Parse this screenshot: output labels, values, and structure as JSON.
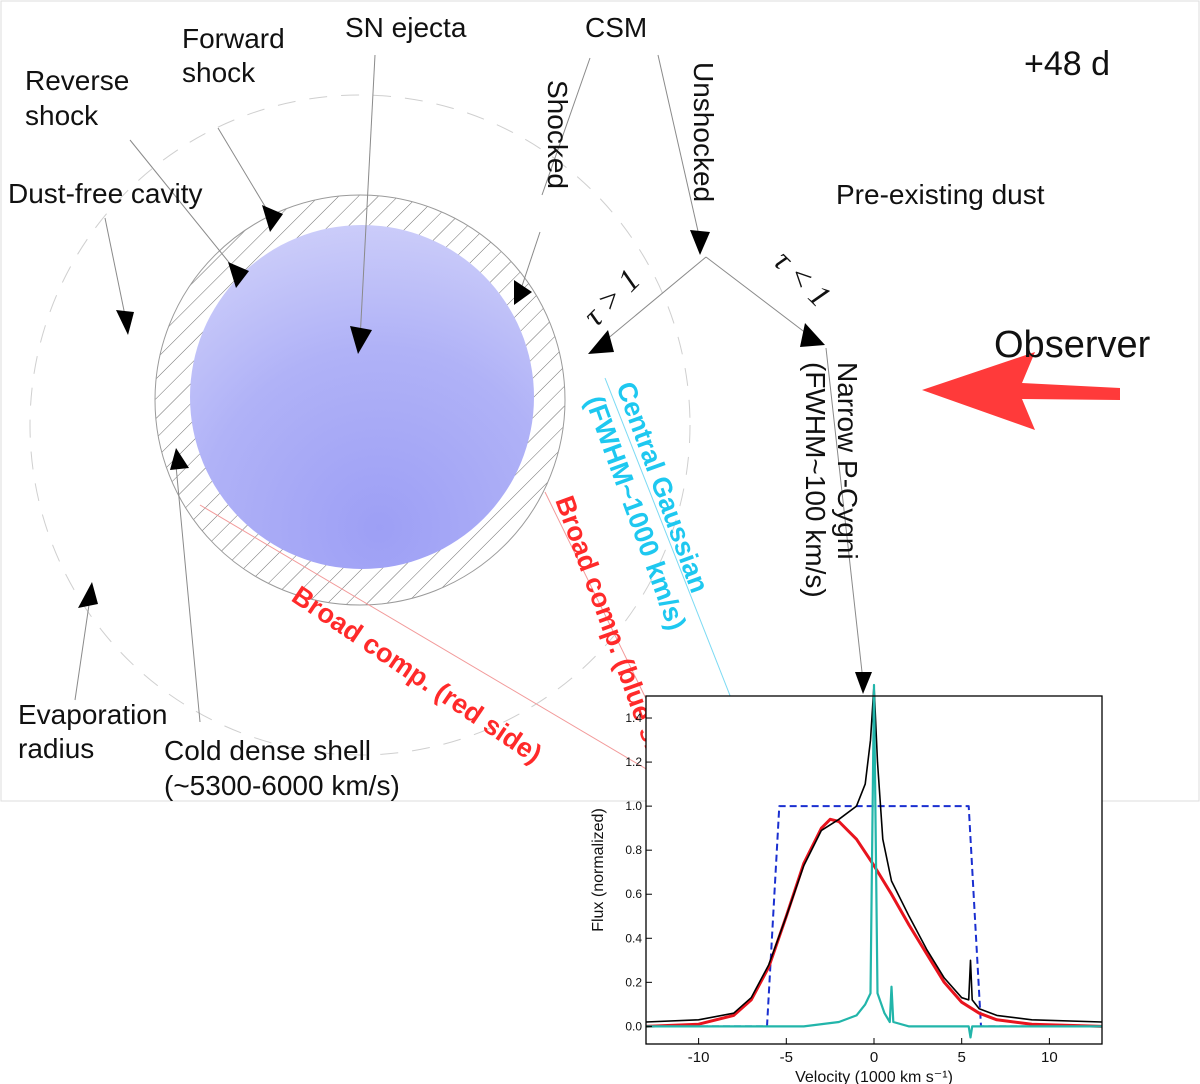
{
  "epoch": "+48 d",
  "labels": {
    "sn_ejecta": "SN ejecta",
    "csm": "CSM",
    "forward_shock_1": "Forward",
    "forward_shock_2": "shock",
    "reverse_shock_1": "Reverse",
    "reverse_shock_2": "shock",
    "dust_free_cavity": "Dust-free cavity",
    "pre_existing_dust": "Pre-existing dust",
    "shocked": "Shocked",
    "unshocked": "Unshocked",
    "tau_thick": "τ > 1",
    "tau_thin": "τ < 1",
    "observer": "Observer",
    "narrow_1": "Narrow P-Cygni",
    "narrow_2": "(FWHM~100 km/s)",
    "central_1": "Central Gaussian",
    "central_2": "(FWHM~1000 km/s)",
    "broad_blue": "Broad comp. (blue side)",
    "broad_red": "Broad comp. (red side)",
    "evap_1": "Evaporation",
    "evap_2": "radius",
    "cds_1": "Cold dense shell",
    "cds_2": "(~5300-6000 km/s)"
  },
  "colors": {
    "broad": "#ff2a2a",
    "central": "#1ec8f0",
    "observer_arrow": "#ff3a3a",
    "ejecta": "#a6a8f5",
    "fit_total": "#e8141e",
    "box_model": "#1a2fd0",
    "residual": "#22b5aa",
    "observed": "#000000"
  },
  "chart_data": {
    "type": "line",
    "xlabel": "Velocity (1000 km s⁻¹)",
    "ylabel": "Flux (normalized)",
    "xlim": [
      -13,
      13
    ],
    "ylim": [
      -0.08,
      1.5
    ],
    "xticks": [
      -10,
      -5,
      0,
      5,
      10
    ],
    "yticks": [
      0.0,
      0.2,
      0.4,
      0.6,
      0.8,
      1.0,
      1.2,
      1.4
    ],
    "tick_labels_x": [
      "-10",
      "-5",
      "0",
      "5",
      "10"
    ],
    "tick_labels_y": [
      "0.0",
      "0.2",
      "0.4",
      "0.6",
      "0.8",
      "1.0",
      "1.2",
      "1.4"
    ],
    "series": [
      {
        "style": "box-dashed",
        "color": "#1a2fd0",
        "points": [
          [
            -13,
            0.0
          ],
          [
            -6.1,
            0.0
          ],
          [
            -5.4,
            1.0
          ],
          [
            5.4,
            1.0
          ],
          [
            6.1,
            0.0
          ],
          [
            13,
            0.0
          ]
        ]
      },
      {
        "style": "broad-fit",
        "color": "#e8141e",
        "points": [
          [
            -13,
            0.0
          ],
          [
            -10,
            0.01
          ],
          [
            -8,
            0.05
          ],
          [
            -7,
            0.12
          ],
          [
            -6,
            0.27
          ],
          [
            -5,
            0.5
          ],
          [
            -4,
            0.74
          ],
          [
            -3,
            0.9
          ],
          [
            -2.5,
            0.94
          ],
          [
            -2,
            0.93
          ],
          [
            -1,
            0.85
          ],
          [
            0,
            0.73
          ],
          [
            1,
            0.6
          ],
          [
            2,
            0.46
          ],
          [
            3,
            0.33
          ],
          [
            4,
            0.2
          ],
          [
            5,
            0.11
          ],
          [
            6,
            0.06
          ],
          [
            7,
            0.03
          ],
          [
            9,
            0.01
          ],
          [
            13,
            0.0
          ]
        ]
      },
      {
        "style": "observed",
        "color": "#000000",
        "points": [
          [
            -13,
            0.02
          ],
          [
            -10,
            0.03
          ],
          [
            -8,
            0.06
          ],
          [
            -7,
            0.13
          ],
          [
            -6,
            0.28
          ],
          [
            -5,
            0.5
          ],
          [
            -4,
            0.73
          ],
          [
            -3,
            0.89
          ],
          [
            -2,
            0.94
          ],
          [
            -1,
            1.0
          ],
          [
            -0.5,
            1.1
          ],
          [
            -0.2,
            1.3
          ],
          [
            0,
            1.55
          ],
          [
            0.2,
            1.2
          ],
          [
            0.5,
            0.85
          ],
          [
            1,
            0.66
          ],
          [
            2,
            0.5
          ],
          [
            3,
            0.35
          ],
          [
            4,
            0.22
          ],
          [
            5,
            0.13
          ],
          [
            5.4,
            0.12
          ],
          [
            5.5,
            0.3
          ],
          [
            5.6,
            0.12
          ],
          [
            6,
            0.08
          ],
          [
            7,
            0.05
          ],
          [
            9,
            0.03
          ],
          [
            13,
            0.02
          ]
        ]
      },
      {
        "style": "residual",
        "color": "#22b5aa",
        "points": [
          [
            -13,
            0.0
          ],
          [
            -4,
            0.0
          ],
          [
            -2,
            0.02
          ],
          [
            -1,
            0.05
          ],
          [
            -0.5,
            0.1
          ],
          [
            -0.2,
            0.15
          ],
          [
            0,
            1.55
          ],
          [
            0.2,
            0.15
          ],
          [
            0.6,
            0.06
          ],
          [
            0.9,
            0.02
          ],
          [
            1.0,
            0.18
          ],
          [
            1.1,
            0.02
          ],
          [
            2,
            0.0
          ],
          [
            5.4,
            0.0
          ],
          [
            5.5,
            -0.05
          ],
          [
            5.6,
            0.0
          ],
          [
            13,
            0.0
          ]
        ]
      }
    ]
  }
}
